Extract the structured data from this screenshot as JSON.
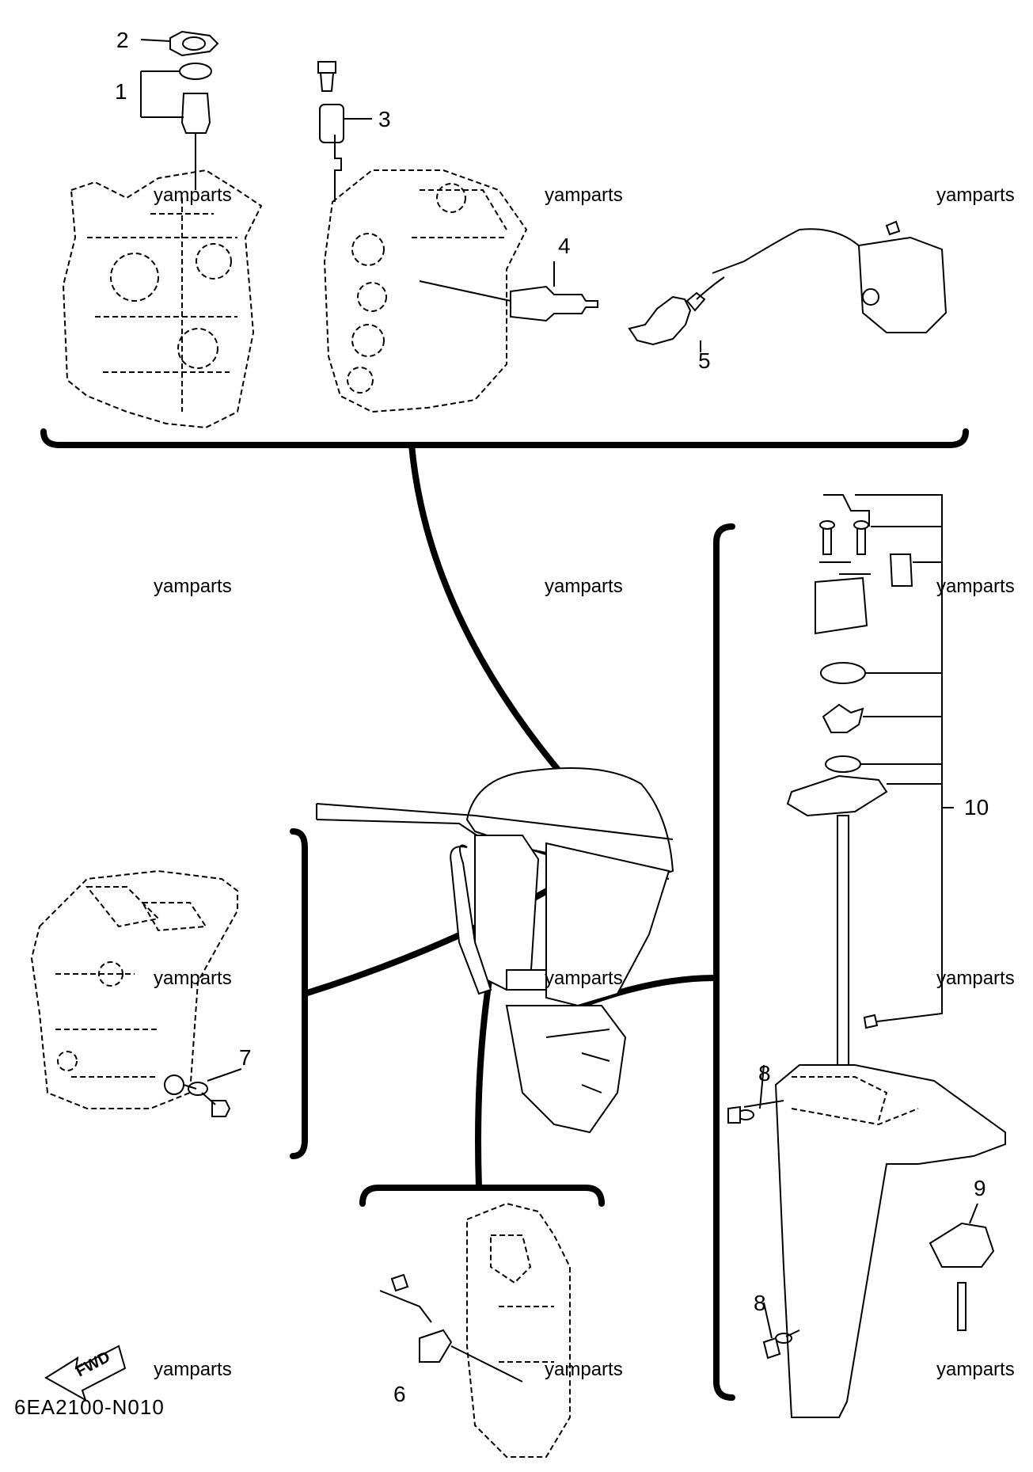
{
  "watermark": "yamparts",
  "diagram_code": "6EA2100-N010",
  "fwd_label": "FWD",
  "callouts": {
    "c1": "1",
    "c2": "2",
    "c3": "3",
    "c4": "4",
    "c5": "5",
    "c6": "6",
    "c7": "7",
    "c8a": "8",
    "c8b": "8",
    "c9": "9",
    "c10": "10"
  }
}
